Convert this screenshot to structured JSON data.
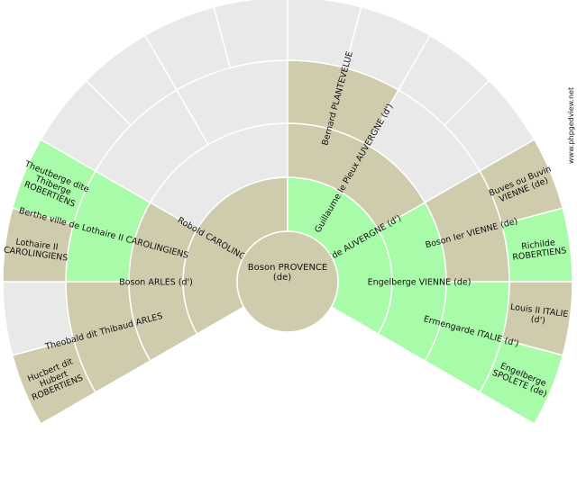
{
  "site_label": "www.phpgedview.net",
  "colors": {
    "tan": "#cfcbad",
    "green": "#a8fba8",
    "empty": "#e9e9e9",
    "stroke": "#ffffff"
  },
  "center": {
    "line1": "Boson PROVENCE",
    "line2": "(de)"
  },
  "generations": [
    {
      "name": "parents",
      "segments": [
        {
          "lines": [
            "Robold CAROLINGIENS"
          ],
          "fill": "tan"
        },
        {
          "lines": [
            "Adélaïde AUVERGNE (d')"
          ],
          "fill": "green"
        }
      ]
    },
    {
      "name": "grandparents",
      "segments": [
        {
          "lines": [
            "Boson ARLES (d')"
          ],
          "fill": "tan"
        },
        {
          "lines": [
            ""
          ],
          "fill": "empty"
        },
        {
          "lines": [
            "Guillaume le Pieux AUVERGNE (d')"
          ],
          "fill": "tan"
        },
        {
          "lines": [
            "Engelberge VIENNE (de)"
          ],
          "fill": "green"
        }
      ]
    },
    {
      "name": "great-grandparents",
      "segments": [
        {
          "lines": [
            "Theobald dit Thibaud ARLES"
          ],
          "fill": "tan"
        },
        {
          "lines": [
            "Berthe ville de Lothaire II CAROLINGIENS"
          ],
          "fill": "green"
        },
        {
          "lines": [
            ""
          ],
          "fill": "empty"
        },
        {
          "lines": [
            ""
          ],
          "fill": "empty"
        },
        {
          "lines": [
            "Bernard PLANTEVELUE"
          ],
          "fill": "tan"
        },
        {
          "lines": [
            ""
          ],
          "fill": "empty"
        },
        {
          "lines": [
            "Boson Ier VIENNE (de)"
          ],
          "fill": "tan"
        },
        {
          "lines": [
            "Ermengarde ITALIE (d')"
          ],
          "fill": "green"
        }
      ]
    },
    {
      "name": "great-great-grandparents",
      "segments": [
        {
          "lines": [
            "Hucbert dit",
            "Hubert",
            "ROBERTIENS"
          ],
          "fill": "tan"
        },
        {
          "lines": [
            ""
          ],
          "fill": "empty"
        },
        {
          "lines": [
            "Lothaire II",
            "CAROLINGIENS"
          ],
          "fill": "tan"
        },
        {
          "lines": [
            "Theutberge dite",
            "Thiberge",
            "ROBERTIENS"
          ],
          "fill": "green"
        },
        {
          "lines": [
            ""
          ],
          "fill": "empty"
        },
        {
          "lines": [
            ""
          ],
          "fill": "empty"
        },
        {
          "lines": [
            ""
          ],
          "fill": "empty"
        },
        {
          "lines": [
            ""
          ],
          "fill": "empty"
        },
        {
          "lines": [
            ""
          ],
          "fill": "empty"
        },
        {
          "lines": [
            ""
          ],
          "fill": "empty"
        },
        {
          "lines": [
            ""
          ],
          "fill": "empty"
        },
        {
          "lines": [
            ""
          ],
          "fill": "empty"
        },
        {
          "lines": [
            "Buves ou Buvin",
            "VIENNE (de)"
          ],
          "fill": "tan"
        },
        {
          "lines": [
            "Richilde",
            "ROBERTIENS"
          ],
          "fill": "green"
        },
        {
          "lines": [
            "Louis II ITALIE",
            "(d')"
          ],
          "fill": "tan"
        },
        {
          "lines": [
            "Engelberge",
            "SPOLETE (de)"
          ],
          "fill": "green"
        }
      ]
    }
  ]
}
